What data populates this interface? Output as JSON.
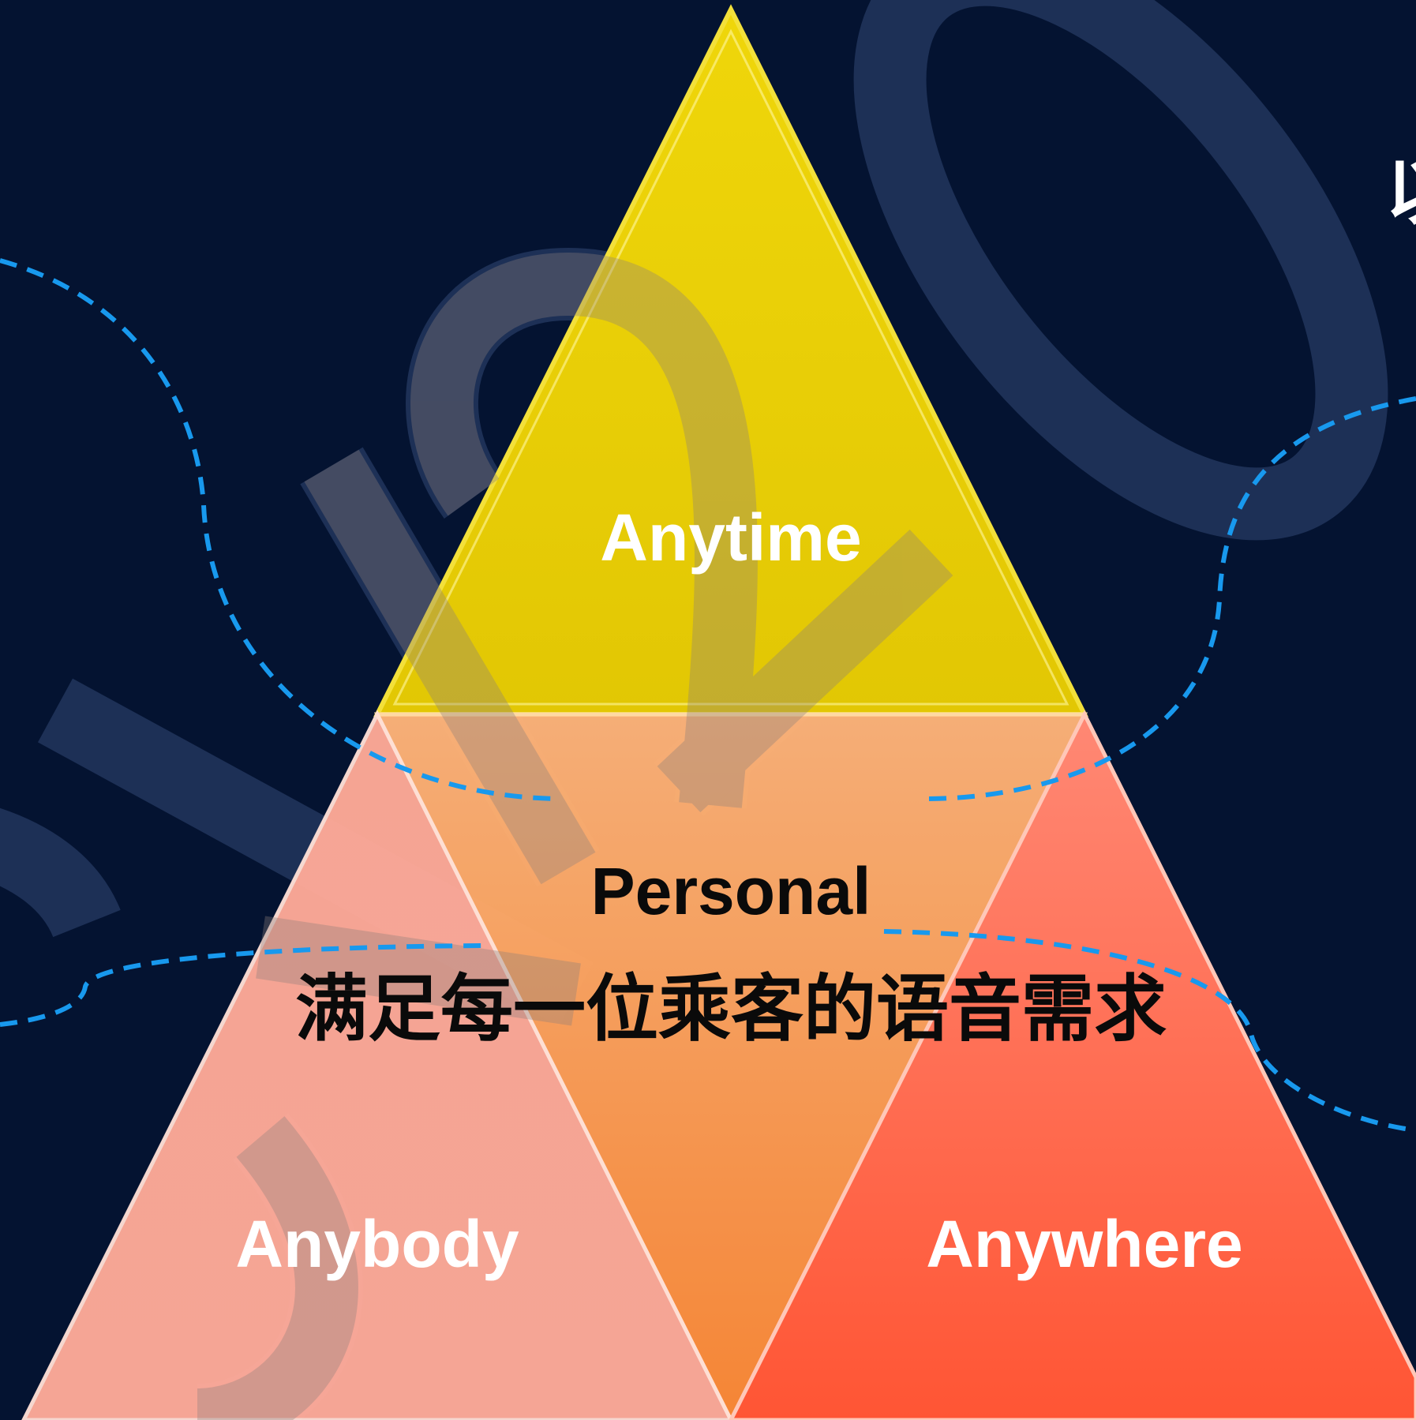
{
  "diagram": {
    "top_label": "Anytime",
    "center_label": "Personal",
    "center_subtitle": "满足每一位乘客的语音需求",
    "bottom_left_label": "Anybody",
    "bottom_right_label": "Anywhere",
    "edge_fragment": "以"
  },
  "colors": {
    "background": "#041331",
    "watermark": "#1d3056",
    "dashed_line": "#1899ee",
    "top_triangle": "#e6cc07",
    "center_triangle": "#ffa563",
    "left_triangle": "#ffab98",
    "right_triangle": "#ff6a50",
    "label_light": "#ffffff",
    "label_dark": "#0a0a0a"
  }
}
